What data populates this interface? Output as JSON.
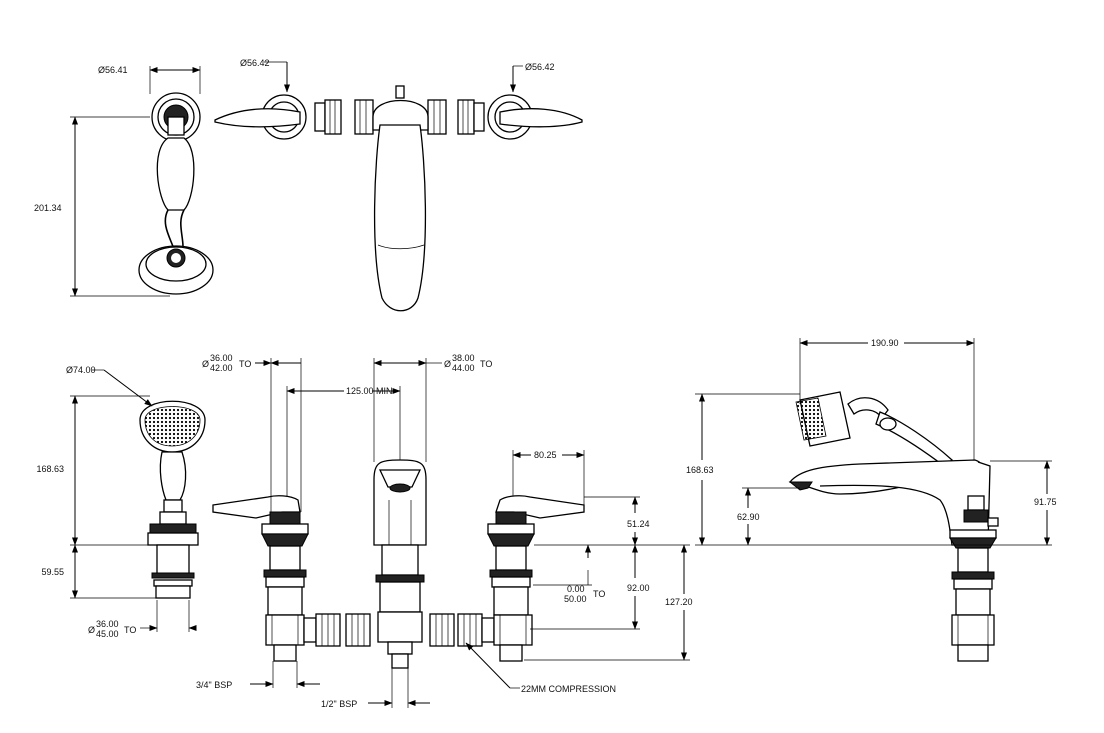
{
  "dimensions": {
    "handset_top_dia": "Ø56.41",
    "valve_left_top_dia": "Ø56.42",
    "valve_right_top_dia": "Ø56.42",
    "handset_height_top": "201.34",
    "handset_head_dia": "Ø74.00",
    "handset_height_front": "168.63",
    "handset_shank": "59.55",
    "handset_base_prefix": "Ø",
    "handset_base_a": "36.00",
    "handset_base_b": "45.00",
    "handset_base_suffix": "TO",
    "valve_body_prefix": "Ø",
    "valve_body_a": "36.00",
    "valve_body_b": "42.00",
    "valve_body_suffix": "TO",
    "spout_min": "125.00 MIN",
    "spout_body_prefix": "Ø",
    "spout_body_a": "38.00",
    "spout_body_b": "44.00",
    "spout_body_suffix": "TO",
    "lever_reach": "80.25",
    "lever_height": "51.24",
    "deck_a": "0.00",
    "deck_b": "50.00",
    "deck_suffix": "TO",
    "body_depth": "92.00",
    "overall_depth": "127.20",
    "thread_3_4": "3/4\" BSP",
    "thread_1_2": "1/2\" BSP",
    "compression": "22MM COMPRESSION",
    "side_reach": "190.90",
    "side_height": "168.63",
    "side_spout_height": "62.90",
    "side_body_height": "91.75"
  }
}
